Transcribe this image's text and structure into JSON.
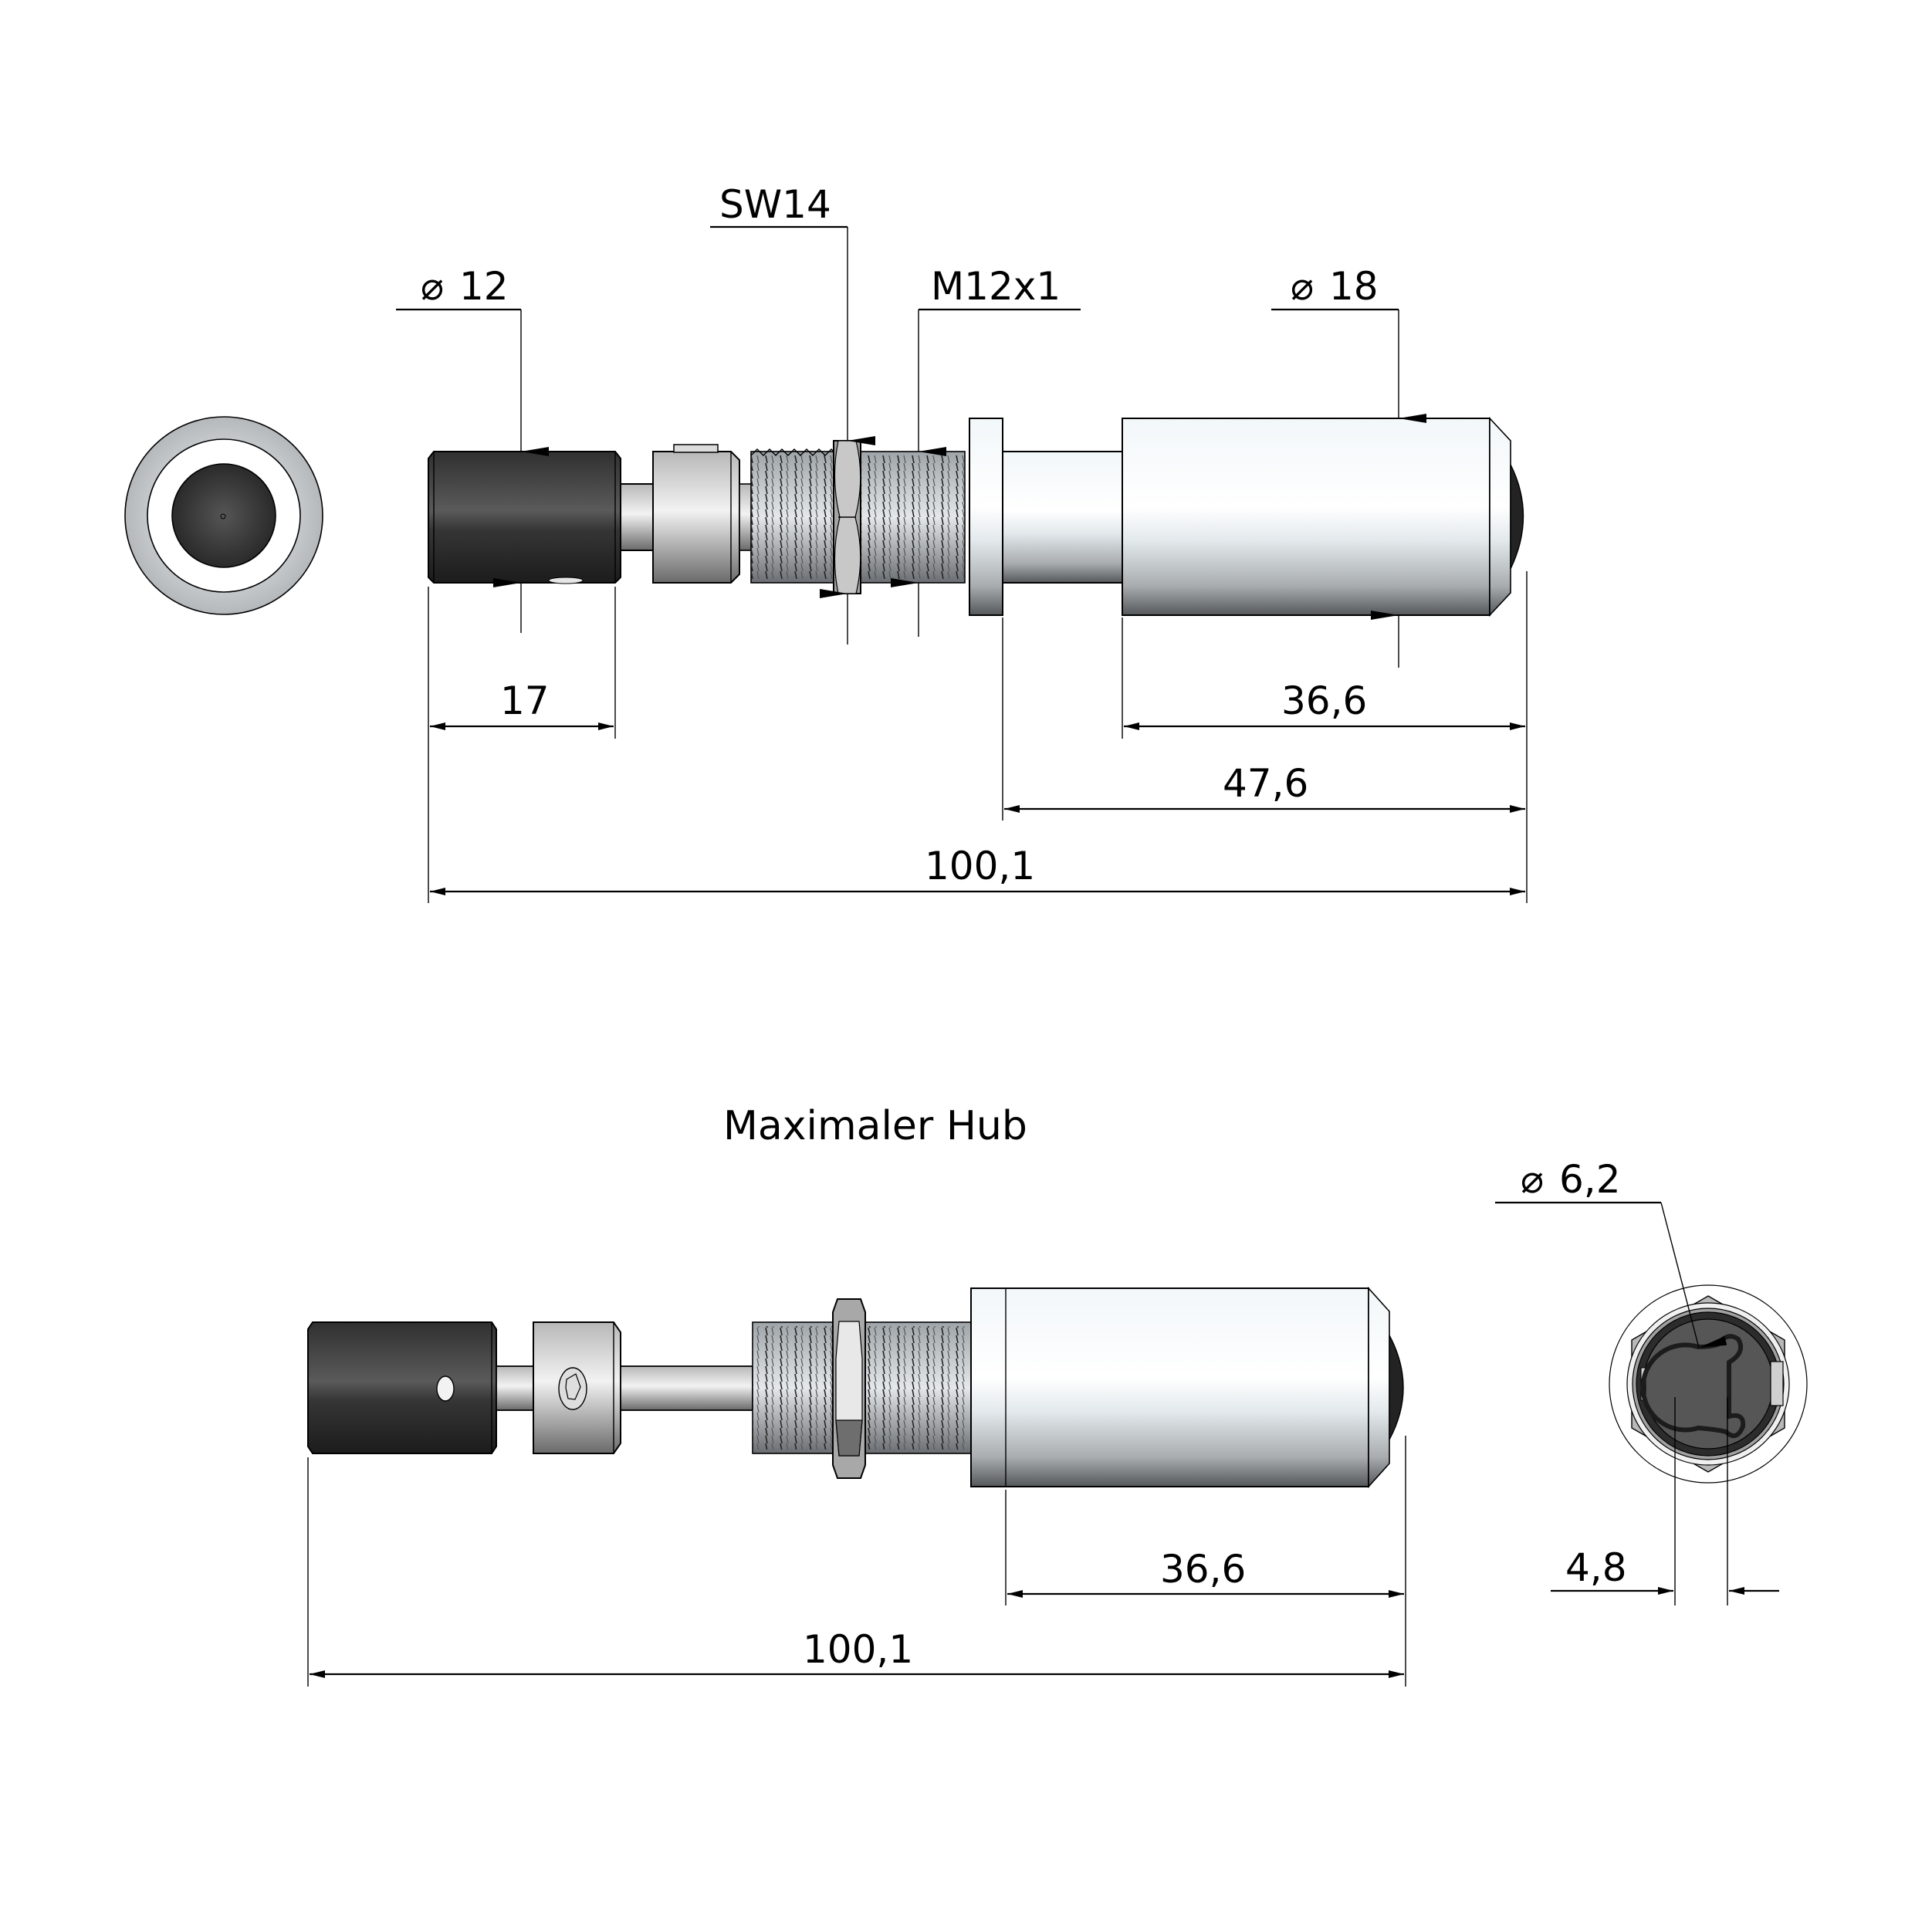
{
  "drawing": {
    "type": "technical-drawing",
    "subject": "spring plunger / indexing plunger with knob"
  },
  "top_view": {
    "annotations": {
      "dia_knob": "12",
      "wrench_size": "SW14",
      "thread": "M12x1",
      "dia_body": "18"
    },
    "dimensions": {
      "knob_length": "17",
      "body_length": "36,6",
      "flange_to_end": "47,6",
      "overall_length": "100,1"
    }
  },
  "bottom_view": {
    "title": "Maximaler Hub",
    "annotations": {
      "dia_tip": "6,2"
    },
    "dimensions": {
      "body_length": "36,6",
      "overall_length": "100,1",
      "slot_width": "4,8"
    }
  },
  "symbols": {
    "diameter": "⌀"
  },
  "colors": {
    "knob_dark": "#2e2e2e",
    "steel_light": "#f2f6f8",
    "steel_mid": "#c9cdd0",
    "steel_dark": "#5a5d60",
    "line": "#000000"
  }
}
